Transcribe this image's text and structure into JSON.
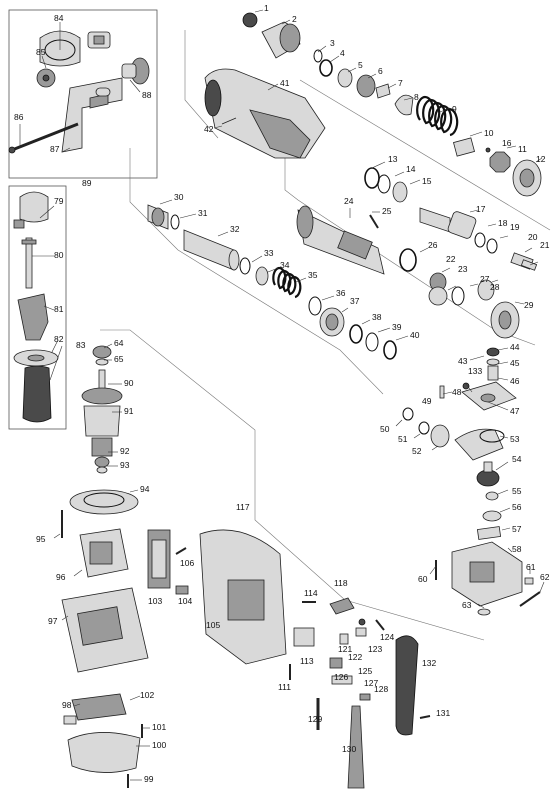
{
  "numbers": {
    "n1": "1",
    "n2": "2",
    "n3": "3",
    "n4": "4",
    "n5": "5",
    "n6": "6",
    "n7": "7",
    "n8": "8",
    "n9": "9",
    "n10": "10",
    "n11": "11",
    "n12": "12",
    "n13": "13",
    "n14": "14",
    "n15": "15",
    "n16": "16",
    "n17": "17",
    "n18": "18",
    "n19": "19",
    "n20": "20",
    "n21": "21",
    "n22": "22",
    "n23": "23",
    "n24": "24",
    "n25": "25",
    "n26": "26",
    "n27": "27",
    "n28": "28",
    "n29": "29",
    "n30": "30",
    "n31": "31",
    "n32": "32",
    "n33": "33",
    "n34": "34",
    "n35": "35",
    "n36": "36",
    "n37": "37",
    "n38": "38",
    "n39": "39",
    "n40": "40",
    "n41": "41",
    "n42": "42",
    "n43": "43",
    "n44": "44",
    "n45": "45",
    "n46": "46",
    "n47": "47",
    "n48": "48",
    "n49": "49",
    "n50": "50",
    "n51": "51",
    "n52": "52",
    "n53": "53",
    "n54": "54",
    "n55": "55",
    "n56": "56",
    "n57": "57",
    "n58": "58",
    "n60": "60",
    "n61": "61",
    "n62": "62",
    "n63": "63",
    "n64": "64",
    "n65": "65",
    "n79": "79",
    "n80": "80",
    "n81": "81",
    "n82": "82",
    "n83": "83",
    "n84": "84",
    "n85": "85",
    "n86": "86",
    "n87": "87",
    "n88": "88",
    "n89": "89",
    "n90": "90",
    "n91": "91",
    "n92": "92",
    "n93": "93",
    "n94": "94",
    "n95": "95",
    "n96": "96",
    "n97": "97",
    "n98": "98",
    "n99": "99",
    "n100": "100",
    "n101": "101",
    "n102": "102",
    "n103": "103",
    "n104": "104",
    "n105": "105",
    "n106": "106",
    "n111": "111",
    "n113": "113",
    "n114": "114",
    "n117": "117",
    "n118": "118",
    "n121": "121",
    "n122": "122",
    "n123": "123",
    "n124": "124",
    "n125": "125",
    "n126": "126",
    "n127": "127",
    "n128": "128",
    "n129": "129",
    "n130": "130",
    "n131": "131",
    "n132": "132",
    "n133": "133"
  }
}
